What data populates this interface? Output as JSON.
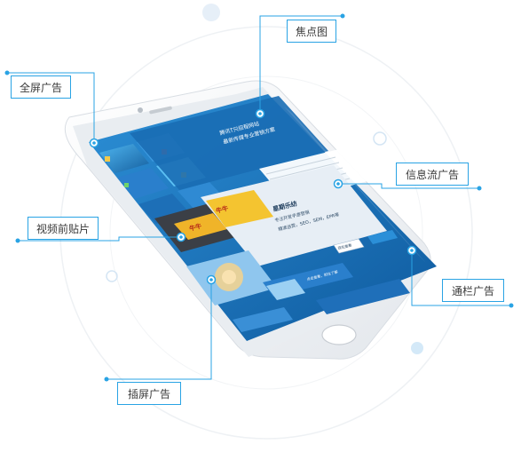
{
  "labels": {
    "focus_image": "焦点图",
    "fullscreen_ad": "全屏广告",
    "feed_ad": "信息流广告",
    "video_preroll": "视频前贴片",
    "banner_ad": "通栏广告",
    "interstitial_ad": "插屏广告"
  },
  "screen_texts": {
    "panel_title_1": "腾讯T只招程网站",
    "panel_title_2": "最新传媒专业营销方案",
    "card_title": "星期乐纺",
    "card_line_1": "专注开发手游营销",
    "card_line_2": "精准运营，SEO，SEM，EPR等",
    "card_button": "现在查看",
    "strip_text": "点击查看，前往了解"
  },
  "colors": {
    "accent": "#29a3e4",
    "screen_blue": "#1f74b8",
    "phone_white": "#f4f6f8"
  }
}
